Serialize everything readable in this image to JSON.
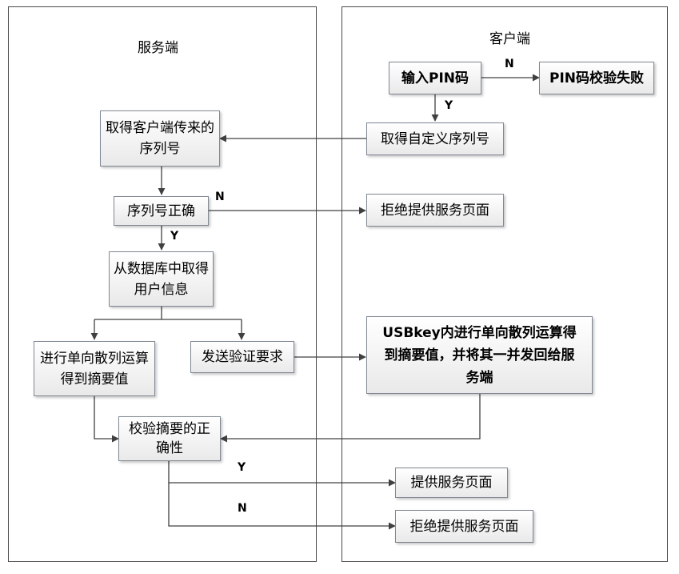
{
  "lanes": {
    "server_title": "服务端",
    "client_title": "客户端"
  },
  "boxes": {
    "input_pin": "输入PIN码",
    "pin_fail": "PIN码校验失败",
    "get_custom_serial": "取得自定义序列号",
    "get_client_serial": "取得客户端传来的序列号",
    "serial_correct": "序列号正确",
    "reject_1": "拒绝提供服务页面",
    "get_user_info": "从数据库中取得用户信息",
    "compute_digest": "进行单向散列运算得到摘要值",
    "send_verify": "发送验证要求",
    "usbkey": "USBkey内进行单向散列运算得到摘要值，并将其一并发回给服务端",
    "verify_digest": "校验摘要的正确性",
    "provide_service": "提供服务页面",
    "reject_2": "拒绝提供服务页面"
  },
  "labels": {
    "pin_n": "N",
    "pin_y": "Y",
    "serial_n": "N",
    "serial_y": "Y",
    "verify_y": "Y",
    "verify_n": "N"
  }
}
